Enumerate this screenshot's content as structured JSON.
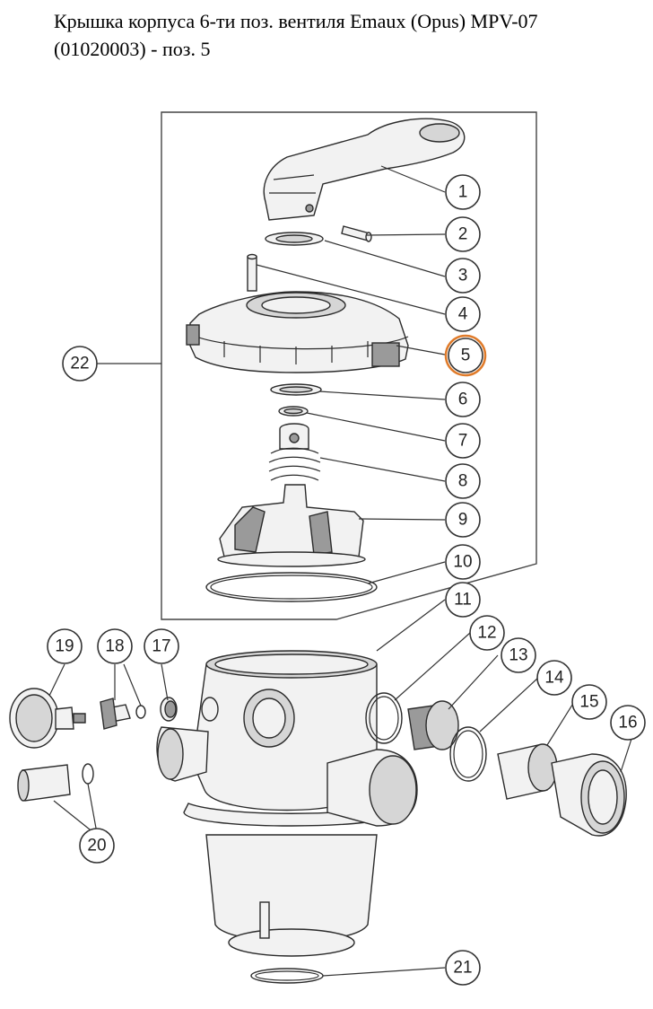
{
  "title": {
    "line1": "Крышка корпуса 6-ти поз. вентиля Emaux (Opus) MPV-07",
    "line2": "(01020003) - поз. 5"
  },
  "highlight_color": "#e07b2a",
  "highlighted_part": "5",
  "callouts": [
    "1",
    "2",
    "3",
    "4",
    "5",
    "6",
    "7",
    "8",
    "9",
    "10",
    "11",
    "12",
    "13",
    "14",
    "15",
    "16",
    "17",
    "18",
    "19",
    "20",
    "21",
    "22"
  ]
}
